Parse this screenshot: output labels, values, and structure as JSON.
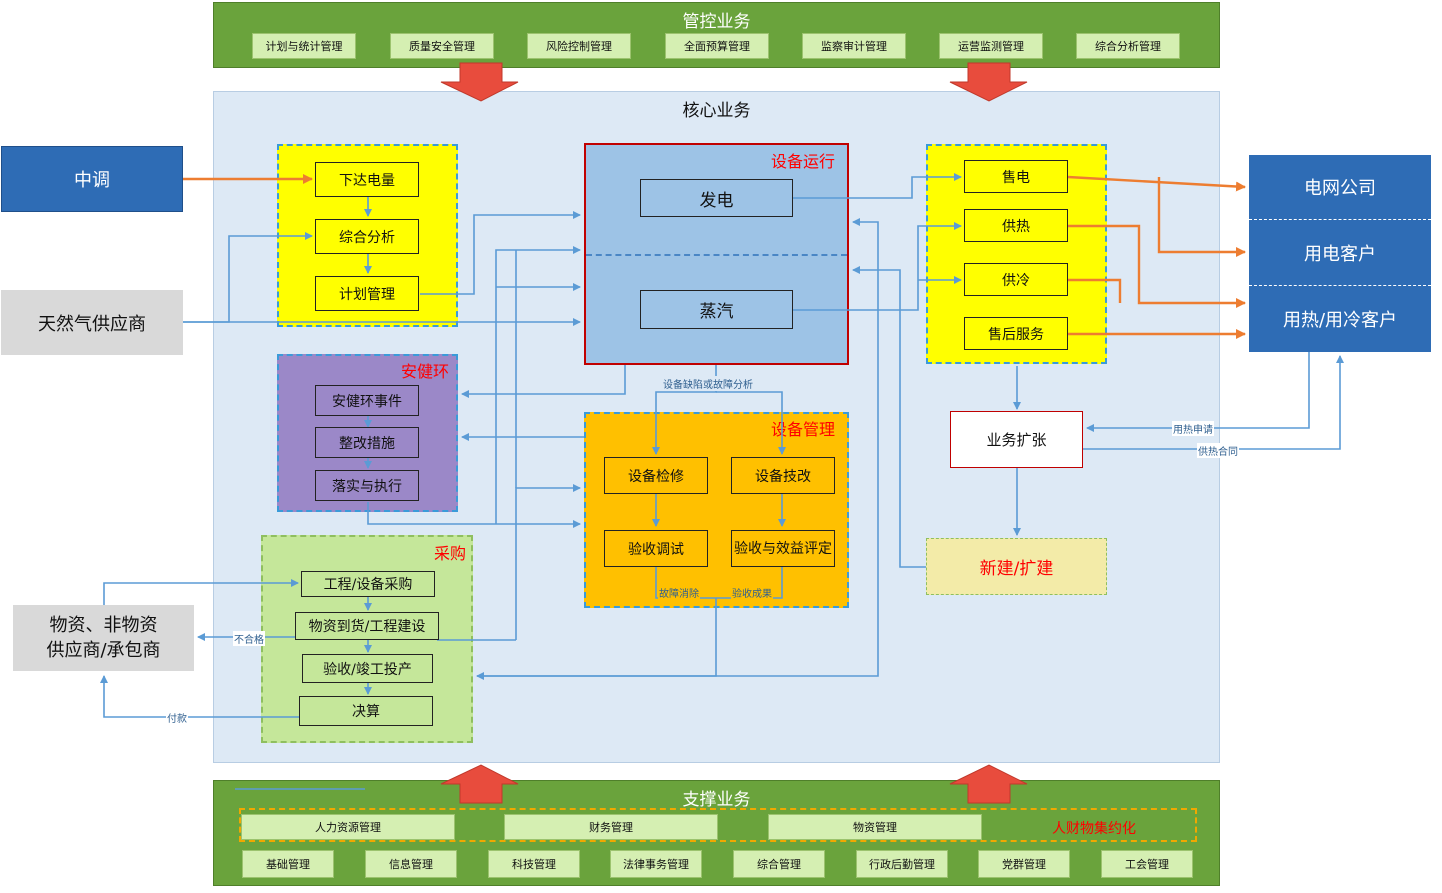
{
  "top": {
    "title": "管控业务",
    "items": [
      "计划与统计管理",
      "质量安全管理",
      "风险控制管理",
      "全面预算管理",
      "监察审计管理",
      "运营监测管理",
      "综合分析管理"
    ]
  },
  "core": {
    "title": "核心业务"
  },
  "external": {
    "dispatch": "中调",
    "gas_supplier": "天然气供应商",
    "grid_company": "电网公司",
    "power_customer": "用电客户",
    "heat_customer": "用热/用冷客户",
    "supplier_line1": "物资、非物资",
    "supplier_line2": "供应商/承包商"
  },
  "plan": {
    "items": [
      "下达电量",
      "综合分析",
      "计划管理"
    ]
  },
  "equipment_run": {
    "title": "设备运行",
    "generation": "发电",
    "steam": "蒸汽"
  },
  "sales": {
    "items": [
      "售电",
      "供热",
      "供冷",
      "售后服务"
    ]
  },
  "hse": {
    "title": "安健环",
    "items": [
      "安健环事件",
      "整改措施",
      "落实与执行"
    ]
  },
  "equipment_mgmt": {
    "title": "设备管理",
    "repair": "设备检修",
    "retrofit": "设备技改",
    "commissioning": "验收调试",
    "evaluation": "验收与效益评定"
  },
  "procurement": {
    "title": "采购",
    "items": [
      "工程/设备采购",
      "物资到货/工程建设",
      "验收/竣工投产",
      "决算"
    ]
  },
  "business_expansion": "业务扩张",
  "new_build": "新建/扩建",
  "edge_labels": {
    "defect_analysis": "设备缺陷或故障分析",
    "fault_clear": "故障消除",
    "acceptance_result": "验收成果",
    "heat_application": "用热申请",
    "heat_contract": "供热合同",
    "unqualified": "不合格",
    "payment": "付款"
  },
  "bottom": {
    "title": "支撑业务",
    "row1": [
      "人力资源管理",
      "财务管理",
      "物资管理"
    ],
    "intensive": "人财物集约化",
    "row2": [
      "基础管理",
      "信息管理",
      "科技管理",
      "法律事务管理",
      "综合管理",
      "行政后勤管理",
      "党群管理",
      "工会管理"
    ]
  },
  "colors": {
    "green_band": "#6aa33c",
    "core_bg": "#dde9f5",
    "blue_line": "#5b9bd5",
    "orange_line": "#ed7d31",
    "red_arrow": "#e84c3d",
    "external_blue": "#2e6cb5"
  }
}
